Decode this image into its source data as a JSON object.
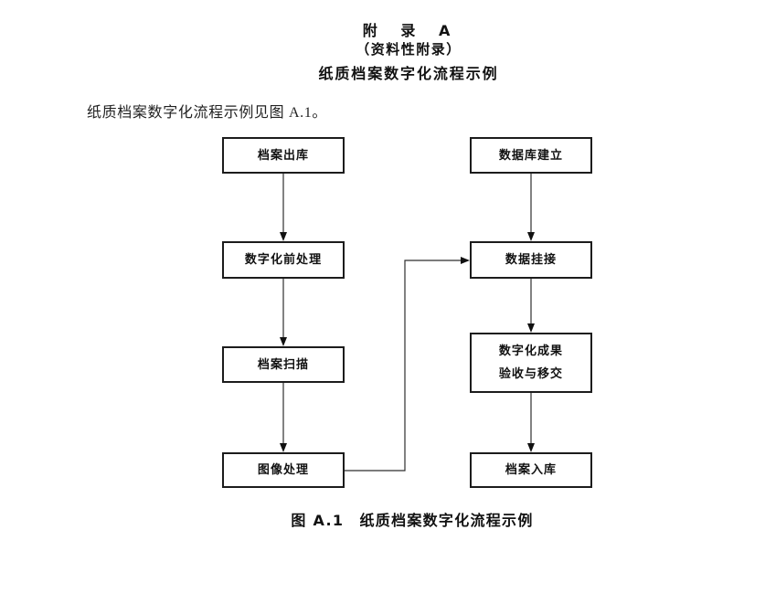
{
  "header": {
    "appendix_title": "附　录　A",
    "appendix_subtitle": "（资料性附录）",
    "appendix_heading": "纸质档案数字化流程示例"
  },
  "intro_text": "纸质档案数字化流程示例见图 A.1。",
  "figure_caption": "图 A.1　纸质档案数字化流程示例",
  "chart_data": {
    "type": "flowchart",
    "title": "纸质档案数字化流程示例",
    "left_column": [
      {
        "id": "archive-checkout",
        "label": "档案出库"
      },
      {
        "id": "pre-digitization-processing",
        "label": "数字化前处理"
      },
      {
        "id": "archive-scanning",
        "label": "档案扫描"
      },
      {
        "id": "image-processing",
        "label": "图像处理"
      }
    ],
    "right_column": [
      {
        "id": "database-setup",
        "label": "数据库建立"
      },
      {
        "id": "data-linking",
        "label": "数据挂接"
      },
      {
        "id": "results-acceptance-transfer",
        "label": "数字化成果\n验收与移交"
      },
      {
        "id": "archive-storage",
        "label": "档案入库"
      }
    ],
    "edges": [
      {
        "from": "档案出库",
        "to": "数字化前处理"
      },
      {
        "from": "数字化前处理",
        "to": "档案扫描"
      },
      {
        "from": "档案扫描",
        "to": "图像处理"
      },
      {
        "from": "图像处理",
        "to": "数据挂接"
      },
      {
        "from": "数据库建立",
        "to": "数据挂接"
      },
      {
        "from": "数据挂接",
        "to": "数字化成果验收与移交"
      },
      {
        "from": "数字化成果验收与移交",
        "to": "档案入库"
      }
    ]
  }
}
